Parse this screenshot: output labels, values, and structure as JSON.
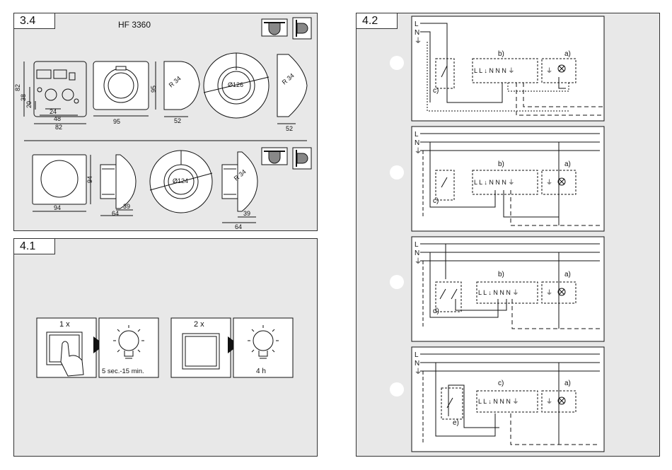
{
  "panel_3_4": {
    "tab": "3.4",
    "model": "HF 3360",
    "dims": {
      "h82": "82",
      "h38": "38",
      "h20": "20",
      "w24": "24",
      "w48": "48",
      "w82": "82",
      "w95": "95",
      "h95": "95",
      "r34": "R 34",
      "d52": "52",
      "dia126": "Ø126",
      "r34b": "R 34",
      "d52b": "52",
      "w94": "94",
      "h94": "94",
      "d64": "64",
      "d39": "39",
      "dia124": "Ø124",
      "r34c": "R 34",
      "d39b": "39",
      "d64b": "64"
    }
  },
  "panel_4_1": {
    "tab": "4.1",
    "press1": "1 x",
    "time1": "5 sec.-15 min.",
    "press2": "2 x",
    "time2": "4 h"
  },
  "panel_4_2": {
    "tab": "4.2",
    "lines": {
      "L": "L",
      "N": "N",
      "PE": "⏚"
    },
    "terminals": "L L ↓ N N N ⏚",
    "lamp_terminal": "⏚",
    "labels": {
      "a": "a)",
      "b": "b)",
      "c": "c)",
      "d": "d)",
      "e": "e)"
    }
  }
}
